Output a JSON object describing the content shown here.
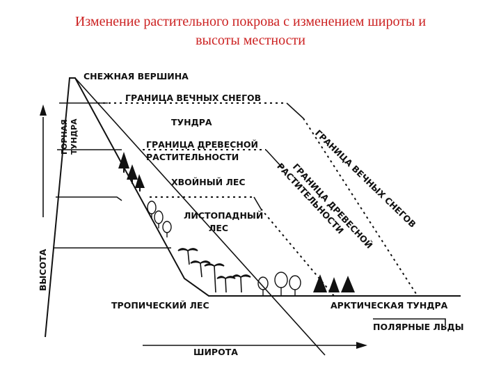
{
  "title": {
    "line1": "Изменение растительного покрова с изменением широты и",
    "line2": "высоты местности"
  },
  "diagram": {
    "labels": {
      "snow_peak": "СНЕЖНАЯ ВЕРШИНА",
      "snow_line": "ГРАНИЦА ВЕЧНЫХ СНЕГОВ",
      "tundra": "ТУНДРА",
      "tree_line_1": "ГРАНИЦА ДРЕВЕСНОЙ",
      "tree_line_2": "РАСТИТЕЛЬНОСТИ",
      "coniferous": "ХВОЙНЫЙ ЛЕС",
      "deciduous_1": "ЛИСТОПАДНЫЙ",
      "deciduous_2": "ЛЕС",
      "tropical": "ТРОПИЧЕСКИЙ ЛЕС",
      "arctic_tundra": "АРКТИЧЕСКАЯ ТУНДРА",
      "polar_ice": "ПОЛЯРНЫЕ ЛЬДЫ",
      "mountain_tundra_1": "ГОРНАЯ",
      "mountain_tundra_2": "ТУНДРА",
      "diag_snow": "ГРАНИЦА ВЕЧНЫХ СНЕГОВ",
      "diag_tree_1": "ГРАНИЦА ДРЕВЕСНОЙ",
      "diag_tree_2": "РАСТИТЕЛЬНОСТИ",
      "axis_y": "ВЫСОТА",
      "axis_x": "ШИРОТА"
    },
    "colors": {
      "title": "#cc2222",
      "ink": "#111111"
    },
    "icons": [
      "conifer-tree-icon",
      "deciduous-tree-icon",
      "palm-tree-icon",
      "arrow-up-icon",
      "arrow-right-icon"
    ]
  }
}
